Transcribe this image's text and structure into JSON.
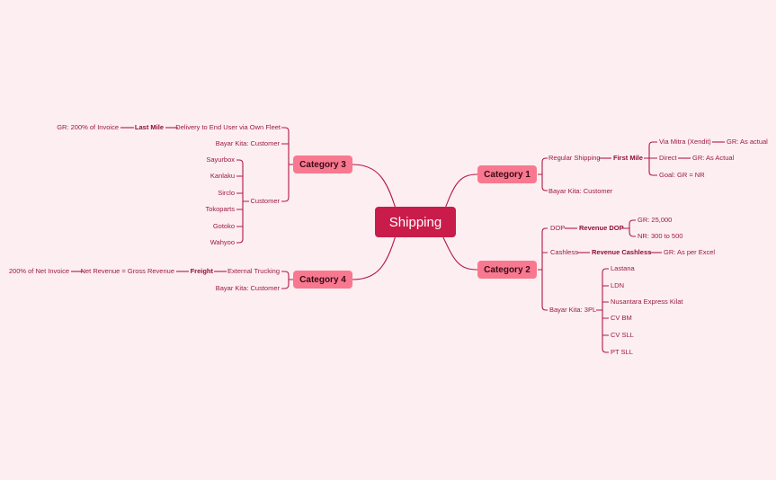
{
  "colors": {
    "background": "#fdeef1",
    "line": "#b01a44",
    "root": "#c91c4a",
    "category": "#f8798f",
    "text": "#9b1b3f"
  },
  "root": "Shipping",
  "categories": {
    "c1": "Category 1",
    "c2": "Category 2",
    "c3": "Category 3",
    "c4": "Category 4"
  },
  "cat1": {
    "regular": "Regular Shipping",
    "first_mile": "First Mile",
    "via_mitra": "Via Mitra (Xendit)",
    "gr_actual_1": "GR: As actual",
    "direct": "Direct",
    "gr_actual_2": "GR: As Actual",
    "goal": "Goal: GR = NR",
    "bayar": "Bayar Kita: Customer"
  },
  "cat2": {
    "dop": "DOP",
    "revenue_dop": "Revenue DOP",
    "gr": "GR: 25,000",
    "nr": "NR: 300 to 500",
    "cashless": "Cashless",
    "revenue_cashless": "Revenue Cashless",
    "gr_excel": "GR: As per Excel",
    "bayar": "Bayar Kita: 3PL",
    "vendors": [
      "Lastana",
      "LDN",
      "Nusantara Express Kilat",
      "CV BM",
      "CV SLL",
      "PT SLL"
    ]
  },
  "cat3": {
    "gr_invoice": "GR: 200% of Invoice",
    "last_mile": "Last Mile",
    "delivery": "Delivery to End User via Own Fleet",
    "bayar": "Bayar Kita: Customer",
    "customer": "Customer",
    "customers": [
      "Sayurbox",
      "Kanlaku",
      "Sirclo",
      "Tokoparts",
      "Gotoko",
      "Wahyoo"
    ]
  },
  "cat4": {
    "net_invoice": "200% of Net Invoice",
    "net_revenue": "Net Revenue = Gross Revenue",
    "freight": "Freight",
    "external": "External Trucking",
    "bayar": "Bayar Kita: Customer"
  }
}
